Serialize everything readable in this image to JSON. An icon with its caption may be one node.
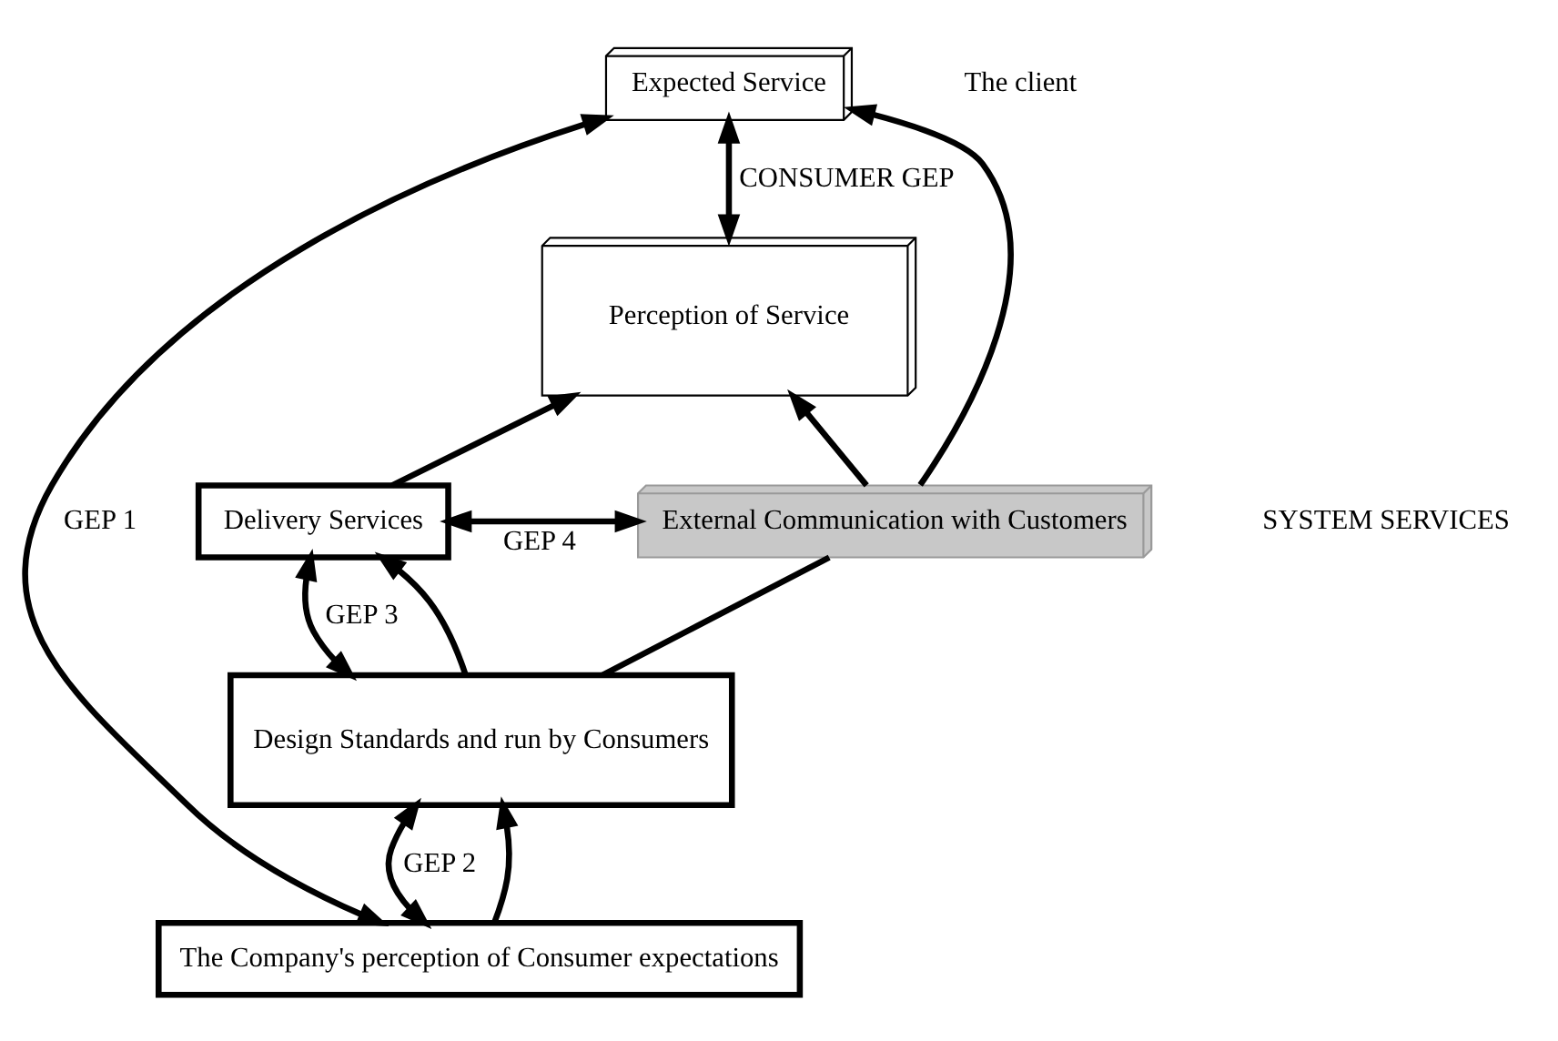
{
  "diagram": {
    "nodes": [
      {
        "text": [
          "Expected Service"
        ]
      },
      {
        "text": [
          "Perception of Service"
        ]
      },
      {
        "text": [
          "Delivery Services"
        ]
      },
      {
        "text": [
          "Design Standards and run by Consumers"
        ]
      },
      {
        "text": [
          "The Company's perception of Consumer expectations"
        ]
      },
      {
        "text": [
          "External Communication with Customers"
        ]
      }
    ],
    "edges": [
      {
        "from": 1,
        "to": 0,
        "arrow": "both",
        "label": "CONSUMER GEP"
      },
      {
        "from": 2,
        "to": 1,
        "arrow": "to"
      },
      {
        "from": 3,
        "to": 2,
        "arrow": "both",
        "label": "GEP 3"
      },
      {
        "from": 3,
        "to": 2,
        "arrow": "to"
      },
      {
        "from": 4,
        "to": 3,
        "arrow": "both",
        "label": "GEP 2"
      },
      {
        "from": 4,
        "to": 3,
        "arrow": "to"
      },
      {
        "from": 4,
        "to": 0,
        "arrow": "both",
        "label": "GEP 1"
      },
      {
        "from": 2,
        "to": 5,
        "arrow": "both",
        "label": "GEP 4"
      },
      {
        "from": 3,
        "to": 5,
        "arrow": "none"
      },
      {
        "from": 5,
        "to": 0,
        "arrow": "to"
      },
      {
        "from": 5,
        "to": 1,
        "arrow": "to"
      }
    ],
    "labels": [
      "The client",
      "SYSTEM SERVICES"
    ]
  }
}
